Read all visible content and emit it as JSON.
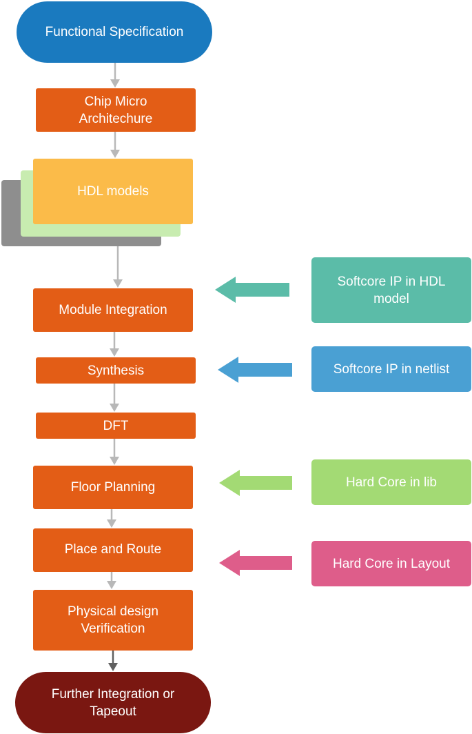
{
  "colors": {
    "start": "#1a7abf",
    "step": "#e35d16",
    "hdl": "#fbbb49",
    "hdl_stack_green": "#c8ecb0",
    "hdl_stack_gray": "#8e8e8e",
    "end": "#7a1711",
    "flow_arrow": "#b8b8b8",
    "flow_arrow_dark": "#606060",
    "ip_softcore_hdl": "#5bbca8",
    "ip_softcore_netlist": "#4aa0d3",
    "ip_hardcore_lib": "#a3da74",
    "ip_hardcore_layout": "#de5d8a"
  },
  "flow": {
    "functional_spec": "Functional Specification",
    "micro_arch": [
      "Chip Micro",
      "Architechure"
    ],
    "hdl_models": "HDL models",
    "module_integration": "Module Integration",
    "synthesis": "Synthesis",
    "dft": "DFT",
    "floor_planning": "Floor Planning",
    "place_route": "Place and Route",
    "physical_verification": [
      "Physical design",
      "Verification"
    ],
    "tapeout": [
      "Further Integration or",
      "Tapeout"
    ]
  },
  "ip": {
    "softcore_hdl": [
      "Softcore IP in HDL",
      "model"
    ],
    "softcore_netlist": "Softcore IP in netlist",
    "hardcore_lib": "Hard Core in lib",
    "hardcore_layout": "Hard Core in Layout"
  }
}
